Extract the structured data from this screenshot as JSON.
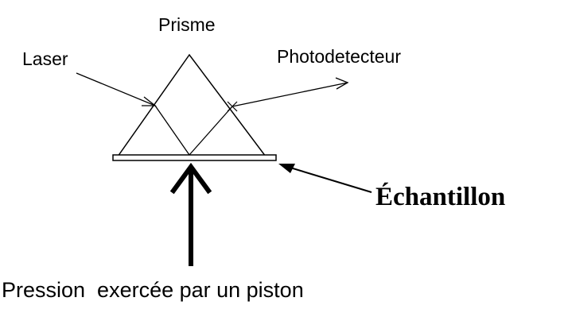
{
  "labels": {
    "prism": "Prisme",
    "laser": "Laser",
    "photodetector": "Photodetecteur",
    "sample": "Échantillon",
    "pressure": "Pression  exercée par un piston"
  },
  "colors": {
    "line": "#000000",
    "background": "#ffffff"
  }
}
